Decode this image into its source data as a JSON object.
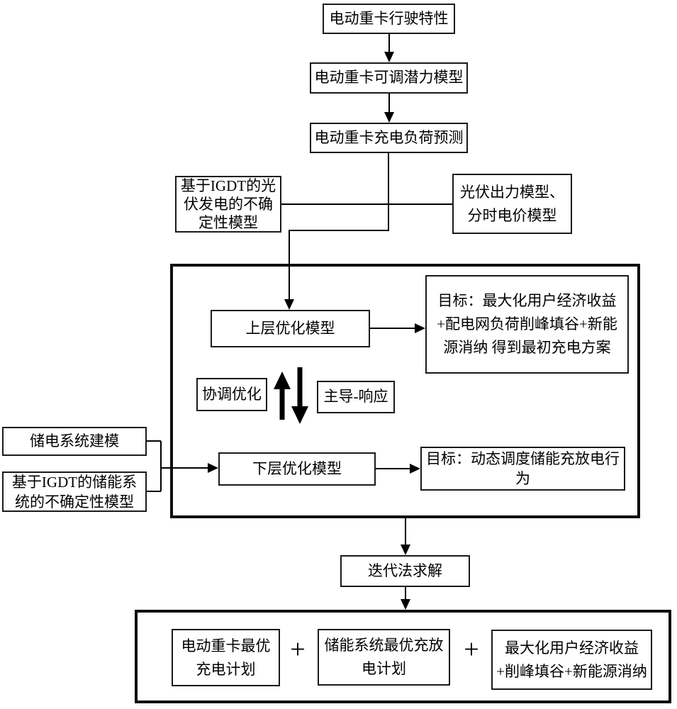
{
  "nodes": {
    "driving_characteristics": "电动重卡行驶特性",
    "adjustable_potential_model": "电动重卡可调潜力模型",
    "charging_load_forecast": "电动重卡充电负荷预测",
    "igdt_pv_uncertainty": "基于IGDT的光伏发电的不确定性模型",
    "pv_output_price_model": "光伏出力模型、分时电价模型",
    "upper_model": "上层优化模型",
    "upper_goal": "目标：最大化用户经济收益+配电网负荷削峰填谷+新能源消纳 得到最初充电方案",
    "coordinated_optimization": "协调优化",
    "leader_follower": "主导-响应",
    "storage_system_modeling": "储电系统建模",
    "igdt_storage_uncertainty": "基于IGDT的储能系统的不确定性模型",
    "lower_model": "下层优化模型",
    "lower_goal": "目标：动态调度储能充放电行为",
    "iterative_solution": "迭代法求解",
    "result_truck_plan": "电动重卡最优充电计划",
    "result_storage_plan": "储能系统最优充放电计划",
    "result_goal": "最大化用户经济收益+削峰填谷+新能源消纳",
    "plus_sign": "+"
  },
  "colors": {
    "line": "#000000",
    "background": "#ffffff",
    "box_background": "#ffffff"
  }
}
